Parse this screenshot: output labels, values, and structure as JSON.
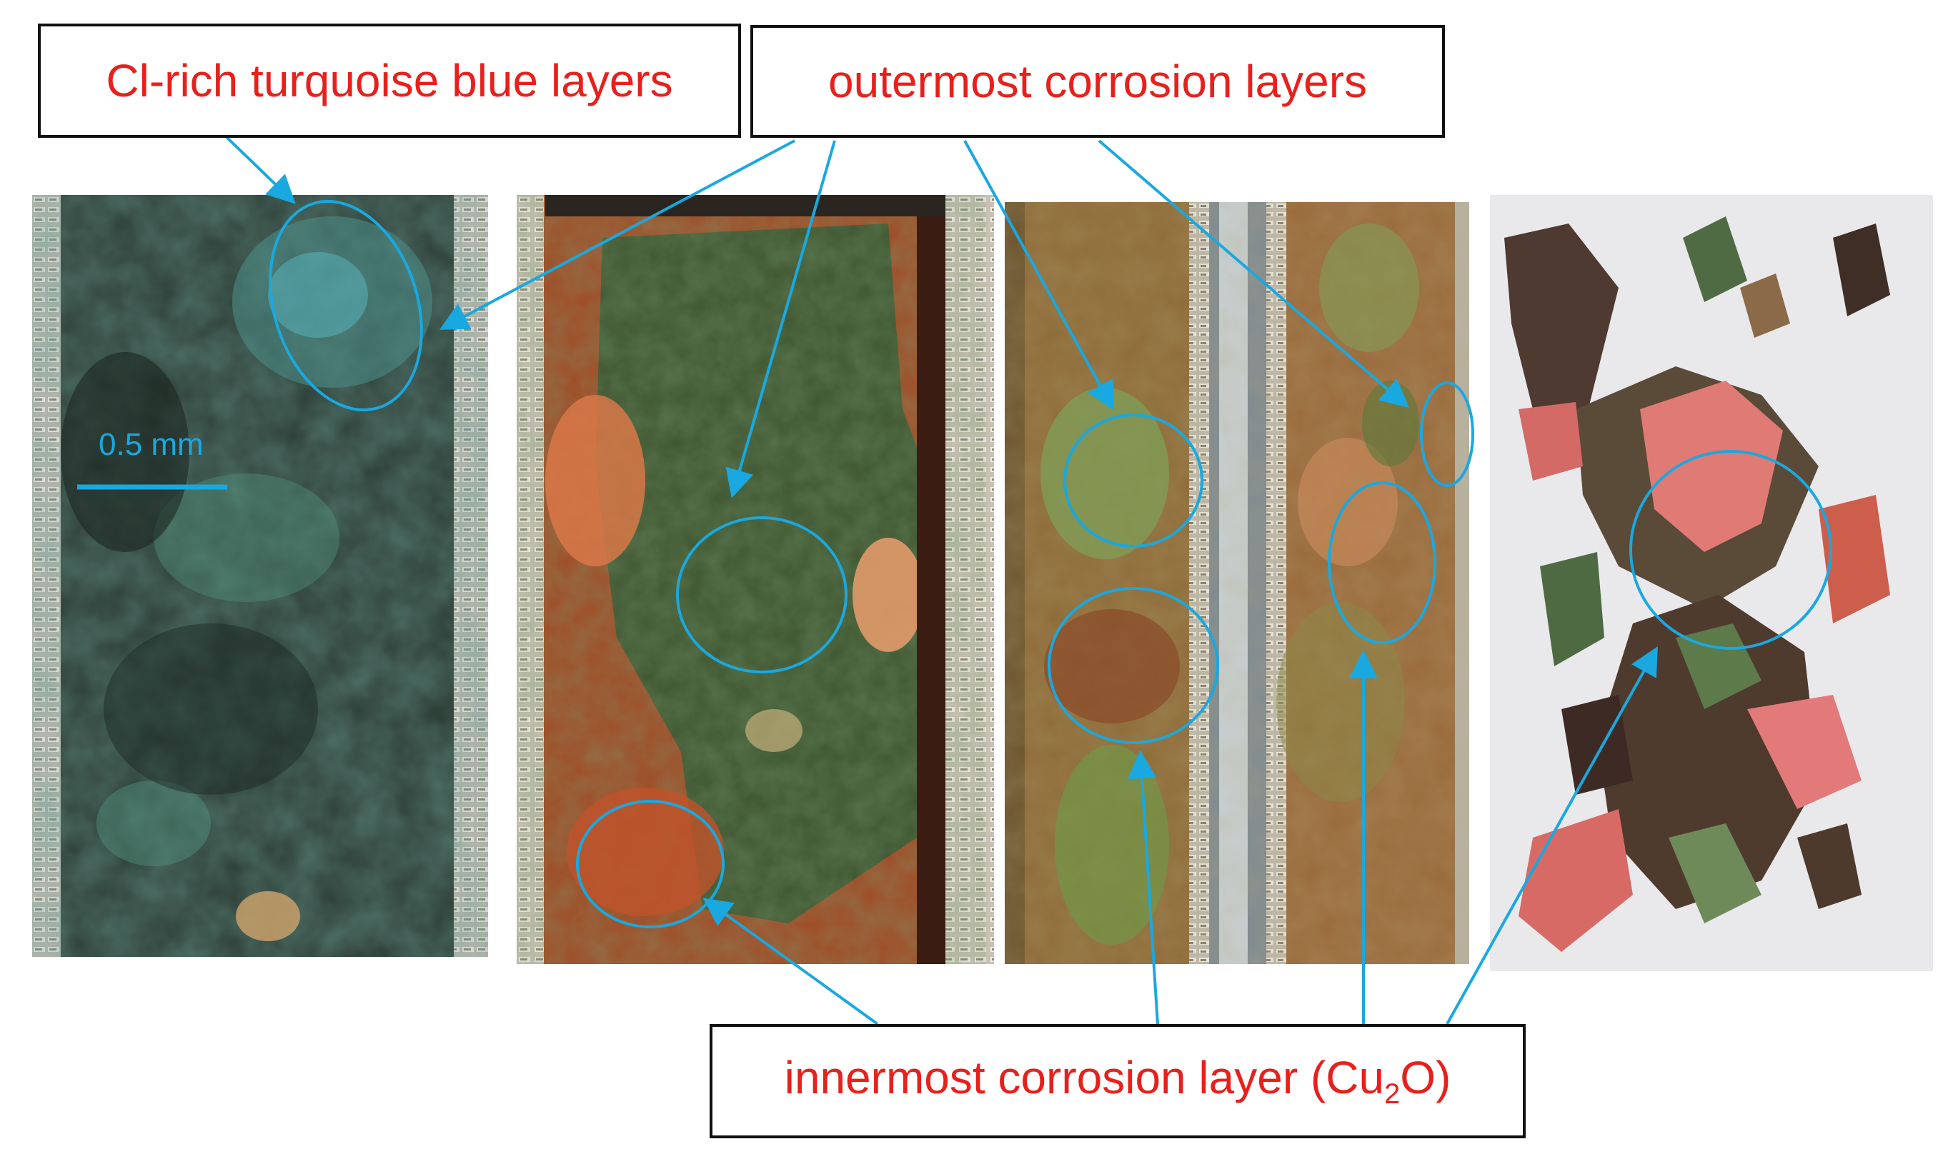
{
  "labels": {
    "cl_rich": "Cl-rich turquoise blue layers",
    "outermost": "outermost corrosion layers",
    "innermost_prefix": "innermost corrosion layer (Cu",
    "innermost_sub": "2",
    "innermost_suffix": "O)"
  },
  "scale_bar": {
    "text": "0.5 mm"
  },
  "panels": [
    {
      "name": "panel-1",
      "description": "dark green/black corroded channel with turquoise patches"
    },
    {
      "name": "panel-2",
      "description": "green and red-orange corroded channel"
    },
    {
      "name": "panel-3",
      "description": "two parallel corroded channels"
    },
    {
      "name": "panel-4",
      "description": "flakes of corrosion products on white background"
    }
  ],
  "colors": {
    "label_text": "#e8201c",
    "annotation": "#1aa8e0",
    "box_border": "#111111"
  }
}
